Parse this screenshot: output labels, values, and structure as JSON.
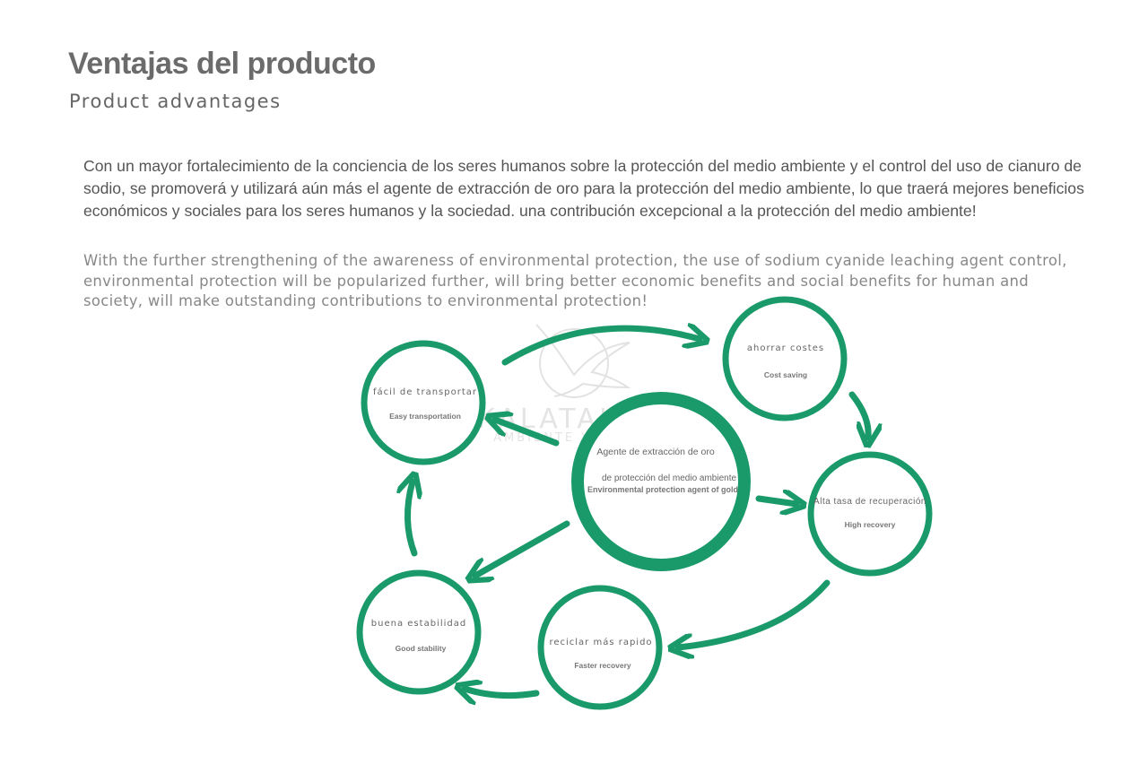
{
  "header": {
    "title": "Ventajas del producto",
    "subtitle": "Product advantages"
  },
  "intro": {
    "es": "Con un mayor fortalecimiento de la conciencia de los seres humanos sobre la protección del medio ambiente y el control del uso de cianuro de sodio, se promoverá y utilizará aún más el agente de extracción de oro para la protección del medio ambiente, lo que traerá mejores beneficios económicos y sociales para los seres humanos y la sociedad. una contribución excepcional a la protección del medio ambiente!",
    "en": "With the further strengthening of the awareness of environmental protection, the use of sodium cyanide leaching agent control, environmental protection will be popularized further, will bring better economic benefits and social benefits for human and society, will make outstanding contributions to environmental protection!"
  },
  "watermark": {
    "main": "KALATAKAYA",
    "sub": "AMBIENTE Y CIENCIA"
  },
  "diagram": {
    "color": "#1a9a6a",
    "center": {
      "line1": "Agente de extracción de oro",
      "line2": "de protección del medio ambiente",
      "line3": "Environmental protection agent of gold"
    },
    "nodes": [
      {
        "id": "facil",
        "es": "fácil de transportar",
        "en": "Easy transportation"
      },
      {
        "id": "ahorrar",
        "es": "ahorrar costes",
        "en": "Cost saving"
      },
      {
        "id": "alta",
        "es": "Alta tasa de recuperación",
        "en": "High recovery"
      },
      {
        "id": "reciclar",
        "es": "reciclar más rapido",
        "en": "Faster recovery"
      },
      {
        "id": "buena",
        "es": "buena estabilidad",
        "en": "Good stability"
      }
    ]
  }
}
